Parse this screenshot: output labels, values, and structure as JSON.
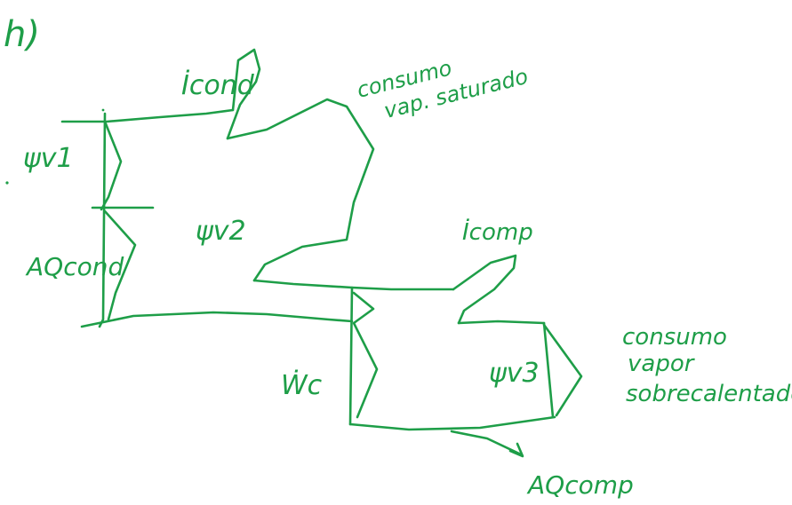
{
  "ink_color": "#1e9e48",
  "part_label": "h)",
  "labels": {
    "psi_v1": "ψv1",
    "psi_v2": "ψv2",
    "psi_v3": "ψv3",
    "dq_cond": "AQcond",
    "i_cond": "İcond",
    "i_comp": "İcomp",
    "w_c": "Ẇc",
    "dq_comp": "AQcomp",
    "note_saturated": [
      "consumo",
      "vap. saturado"
    ],
    "note_superheated": [
      "consumo",
      "vapor",
      "sobrecalentado"
    ]
  }
}
